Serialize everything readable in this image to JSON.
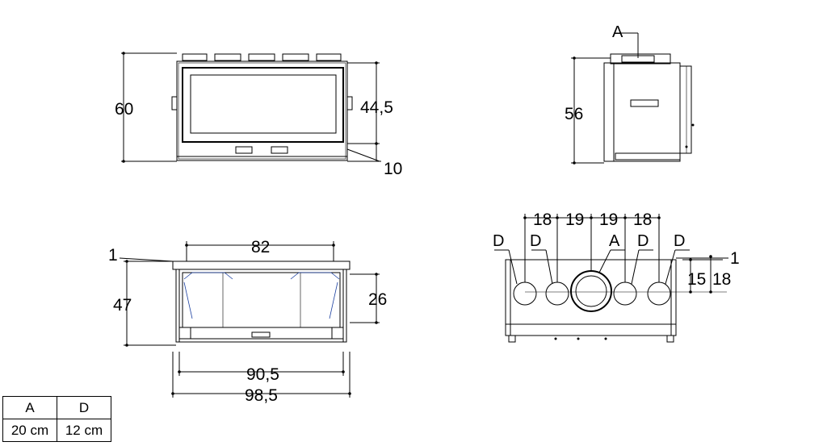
{
  "front_view": {
    "height": "60",
    "inner_height": "44,5",
    "base": "10"
  },
  "side_view": {
    "height": "56",
    "label": "A"
  },
  "top_view": {
    "depth": "47",
    "top_offset": "1",
    "inner_width": "82",
    "inner_depth": "26",
    "width_inner": "90,5",
    "width_outer": "98,5"
  },
  "rear_view": {
    "spacings": [
      "18",
      "19",
      "19",
      "18"
    ],
    "outlets": [
      "D",
      "D",
      "A",
      "D",
      "D"
    ],
    "top_offset": "1",
    "offset_15": "15",
    "offset_18": "18"
  },
  "legend": {
    "headers": [
      "A",
      "D"
    ],
    "values": [
      "20 cm",
      "12 cm"
    ]
  }
}
